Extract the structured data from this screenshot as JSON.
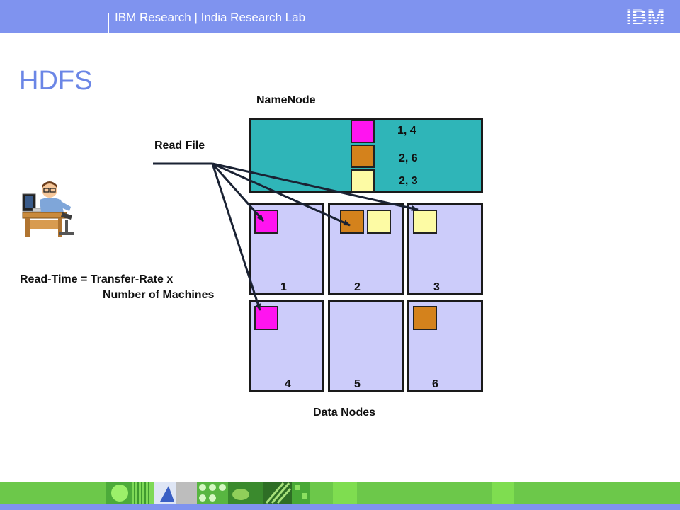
{
  "header": {
    "org": "IBM Research",
    "divider": "|",
    "lab": "India Research Lab",
    "logo": "IBM"
  },
  "title": "HDFS",
  "diagram": {
    "namenode_label": "NameNode",
    "namenode_entries": [
      "1, 4",
      "2, 6",
      "2, 3"
    ],
    "read_label": "Read File",
    "datanodes_label": "Data Nodes",
    "datanode_numbers": [
      "1",
      "2",
      "3",
      "4",
      "5",
      "6"
    ],
    "formula_line1": "Read-Time = Transfer-Rate x",
    "formula_line2": "Number of Machines"
  },
  "colors": {
    "header": "#7f93ef",
    "title": "#6b86e6",
    "namenode": "#2fb5b8",
    "datanode": "#ccccfa",
    "block_magenta": "#ff14f0",
    "block_orange": "#d4821c",
    "block_yellow": "#fdfba4",
    "footer": "#6cc84a"
  },
  "icons": {
    "person": "user-at-computer-icon"
  }
}
